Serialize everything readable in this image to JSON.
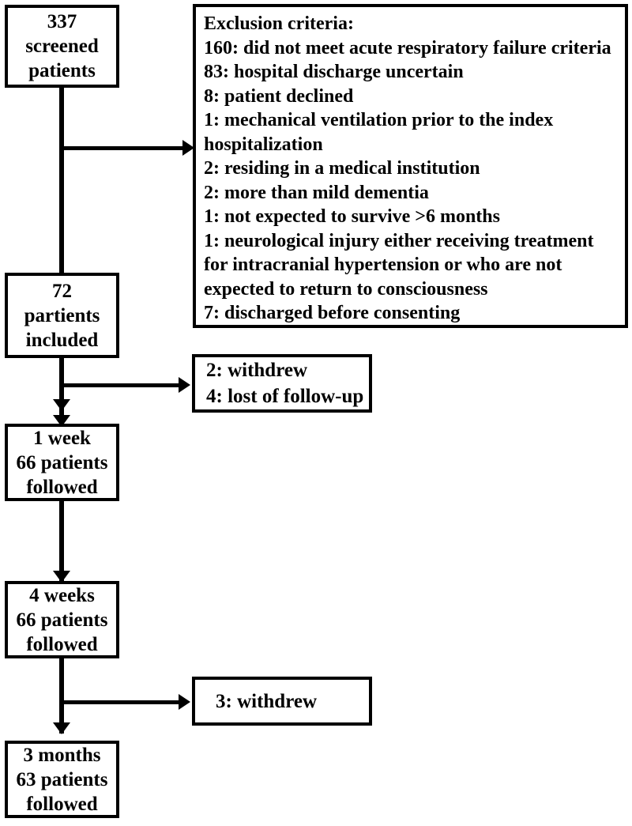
{
  "diagram": {
    "type": "patient-flow-consort-diagram",
    "nodes": {
      "screened": {
        "lines": [
          "337",
          "screened",
          "patients"
        ]
      },
      "included": {
        "lines": [
          "72",
          "partients",
          "included"
        ]
      },
      "week1": {
        "heading": "1 week",
        "lines": [
          "66 patients",
          "followed"
        ]
      },
      "week4": {
        "heading": "4 weeks",
        "lines": [
          "66 patients",
          "followed"
        ]
      },
      "month3": {
        "heading": "3 months",
        "lines": [
          "63 patients",
          "followed"
        ]
      },
      "exclusion": {
        "title": "Exclusion criteria:",
        "items": [
          "160: did not meet acute respiratory failure criteria",
          "83: hospital discharge uncertain",
          "8: patient declined",
          "1: mechanical ventilation prior to the index hospitalization",
          "2: residing in a medical institution",
          "2: more than mild dementia",
          "1: not expected to survive >6 months",
          "1: neurological injury either receiving treatment for intracranial hypertension or who are not expected to return to consciousness",
          "7: discharged before consenting"
        ]
      },
      "attrition_week1": {
        "lines": [
          "2: withdrew",
          "4: lost of follow-up"
        ]
      },
      "attrition_month3": {
        "lines": [
          "3: withdrew"
        ]
      }
    },
    "colors": {
      "stroke": "#000000",
      "fill": "#ffffff",
      "text": "#000000"
    }
  }
}
